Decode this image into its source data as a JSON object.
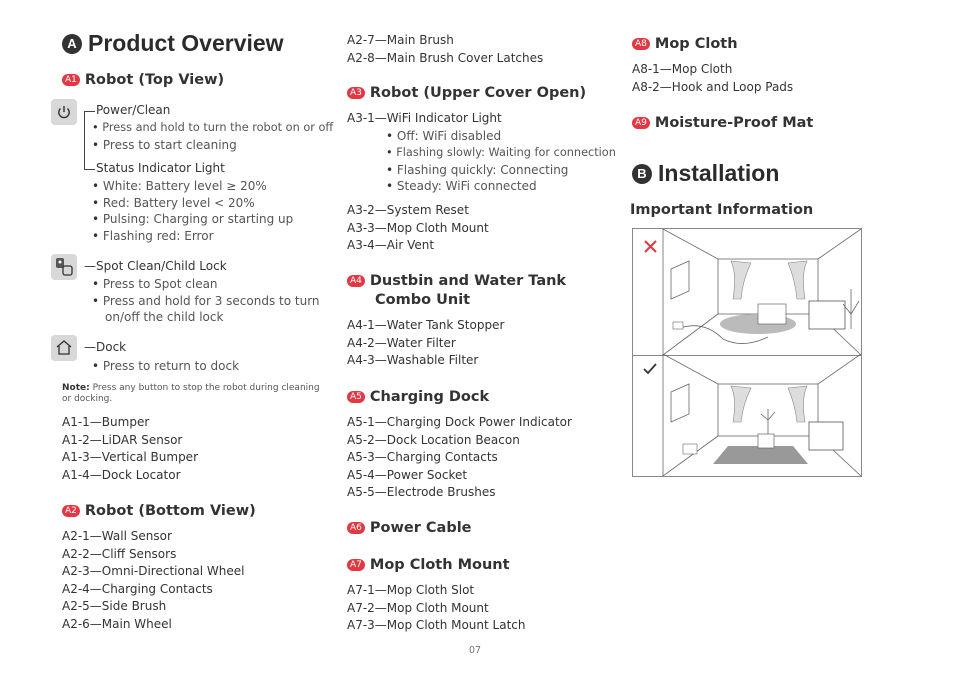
{
  "col1": {
    "title_badge": "A",
    "title": "Product Overview",
    "a1": {
      "tag": "A1",
      "heading": "Robot (Top View)"
    },
    "power": {
      "label": "Power/Clean",
      "bullets": [
        "Press and hold to turn the robot on or off",
        "Press to start cleaning"
      ],
      "status_label": "Status Indicator Light",
      "status_bullets": [
        "White: Battery level ≥ 20%",
        "Red: Battery level < 20%",
        "Pulsing: Charging or starting up",
        "Flashing red: Error"
      ]
    },
    "spot": {
      "label": "—Spot Clean/Child Lock",
      "bullets": [
        "Press to Spot clean",
        "Press and hold for 3 seconds to turn",
        "on/off the child lock"
      ]
    },
    "dock": {
      "label": "—Dock",
      "bullets": [
        "Press to return to dock"
      ]
    },
    "note_label": "Note:",
    "note_text": "Press any button to stop the robot during cleaning or docking.",
    "a1_items": [
      "A1-1—Bumper",
      "A1-2—LiDAR Sensor",
      "A1-3—Vertical Bumper",
      "A1-4—Dock Locator"
    ],
    "a2": {
      "tag": "A2",
      "heading": "Robot (Bottom View)"
    },
    "a2_items": [
      "A2-1—Wall Sensor",
      "A2-2—Cliff Sensors",
      "A2-3—Omni-Directional Wheel",
      "A2-4—Charging Contacts",
      "A2-5—Side Brush",
      "A2-6—Main Wheel"
    ]
  },
  "col2": {
    "top_items": [
      "A2-7—Main Brush",
      "A2-8—Main Brush Cover Latches"
    ],
    "a3": {
      "tag": "A3",
      "heading": "Robot (Upper Cover Open)"
    },
    "a3_1": "A3-1—WiFi Indicator Light",
    "a3_1_bullets": [
      "Off: WiFi disabled",
      "Flashing slowly: Waiting for connection",
      "Flashing quickly: Connecting",
      "Steady: WiFi connected"
    ],
    "a3_items": [
      "A3-2—System Reset",
      "A3-3—Mop Cloth Mount",
      "A3-4—Air Vent"
    ],
    "a4": {
      "tag": "A4",
      "heading_line1": "Dustbin and Water Tank",
      "heading_line2": "Combo Unit"
    },
    "a4_items": [
      "A4-1—Water Tank Stopper",
      "A4-2—Water Filter",
      "A4-3—Washable Filter"
    ],
    "a5": {
      "tag": "A5",
      "heading": "Charging Dock"
    },
    "a5_items": [
      "A5-1—Charging Dock Power Indicator",
      "A5-2—Dock Location Beacon",
      "A5-3—Charging Contacts",
      "A5-4—Power Socket",
      "A5-5—Electrode Brushes"
    ],
    "a6": {
      "tag": "A6",
      "heading": "Power Cable"
    },
    "a7": {
      "tag": "A7",
      "heading": "Mop Cloth Mount"
    },
    "a7_items": [
      "A7-1—Mop Cloth Slot",
      "A7-2—Mop Cloth Mount",
      "A7-3—Mop Cloth Mount Latch"
    ]
  },
  "col3": {
    "a8": {
      "tag": "A8",
      "heading": "Mop Cloth"
    },
    "a8_items": [
      "A8-1—Mop Cloth",
      "A8-2—Hook and Loop Pads"
    ],
    "a9": {
      "tag": "A9",
      "heading": "Moisture-Proof Mat"
    },
    "title_badge": "B",
    "title": "Installation",
    "subheading": "Important Information",
    "bad_mark_icon": "cross-icon",
    "good_mark_icon": "check-icon",
    "bad_color": "#e23844",
    "good_color": "#333333"
  },
  "page_number": "07",
  "accent_color": "#e23844"
}
